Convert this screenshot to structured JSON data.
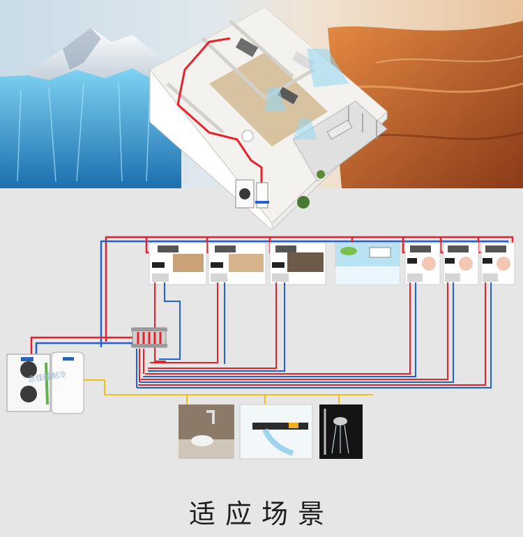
{
  "caption": "适应场景",
  "watermark": "京佳暖制冷",
  "colors": {
    "hot_pipe": "#e8202a",
    "cold_pipe": "#2060d8",
    "water_pipe": "#f3c012",
    "ice": "#3d9fd6",
    "desert": "#c6622a"
  },
  "icons": [
    "snow-mountain",
    "desert",
    "house-floorplan",
    "air-handler",
    "manifold",
    "heat-pump",
    "water-tank",
    "tap",
    "basin-faucet",
    "shower"
  ]
}
